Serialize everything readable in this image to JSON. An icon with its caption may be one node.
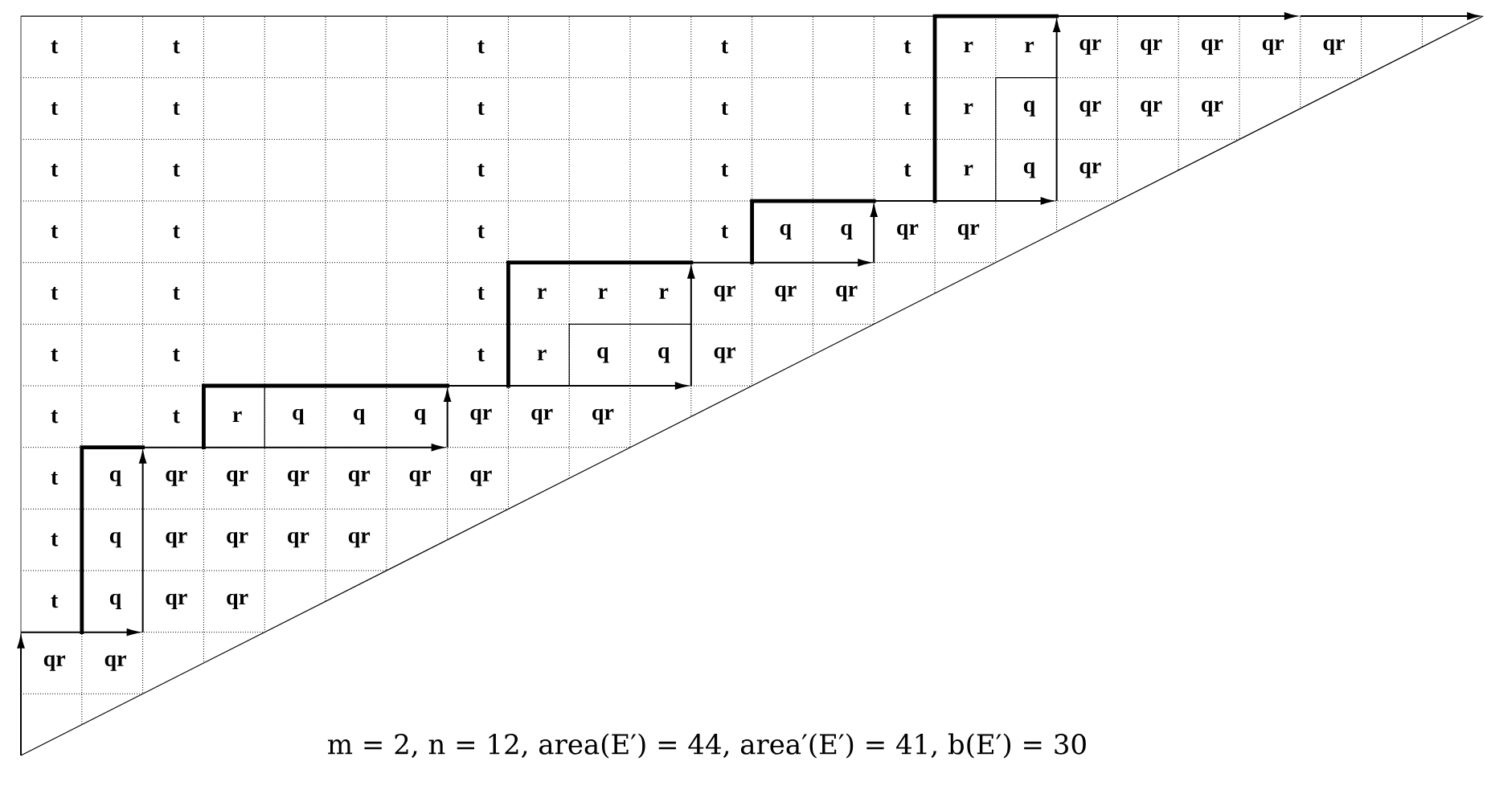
{
  "diagram": {
    "caption": "m = 2, n = 12, area(E′) = 44, area′(E′) = 41, b(E′) = 30",
    "labels": [
      "t",
      "t",
      "t",
      "t",
      "t",
      "r",
      "r",
      "qr",
      "qr",
      "qr",
      "qr",
      "qr",
      "t",
      "t",
      "t",
      "t",
      "t",
      "r",
      "q",
      "qr",
      "qr",
      "qr",
      "t",
      "t",
      "t",
      "t",
      "t",
      "r",
      "q",
      "qr",
      "t",
      "t",
      "t",
      "t",
      "q",
      "q",
      "qr",
      "qr",
      "t",
      "t",
      "t",
      "r",
      "r",
      "r",
      "qr",
      "qr",
      "qr",
      "t",
      "t",
      "t",
      "r",
      "q",
      "q",
      "qr",
      "t",
      "t",
      "r",
      "q",
      "q",
      "q",
      "qr",
      "qr",
      "qr",
      "t",
      "q",
      "qr",
      "qr",
      "qr",
      "qr",
      "qr",
      "qr",
      "t",
      "q",
      "qr",
      "qr",
      "qr",
      "qr",
      "t",
      "q",
      "qr",
      "qr",
      "qr",
      "qr"
    ]
  }
}
